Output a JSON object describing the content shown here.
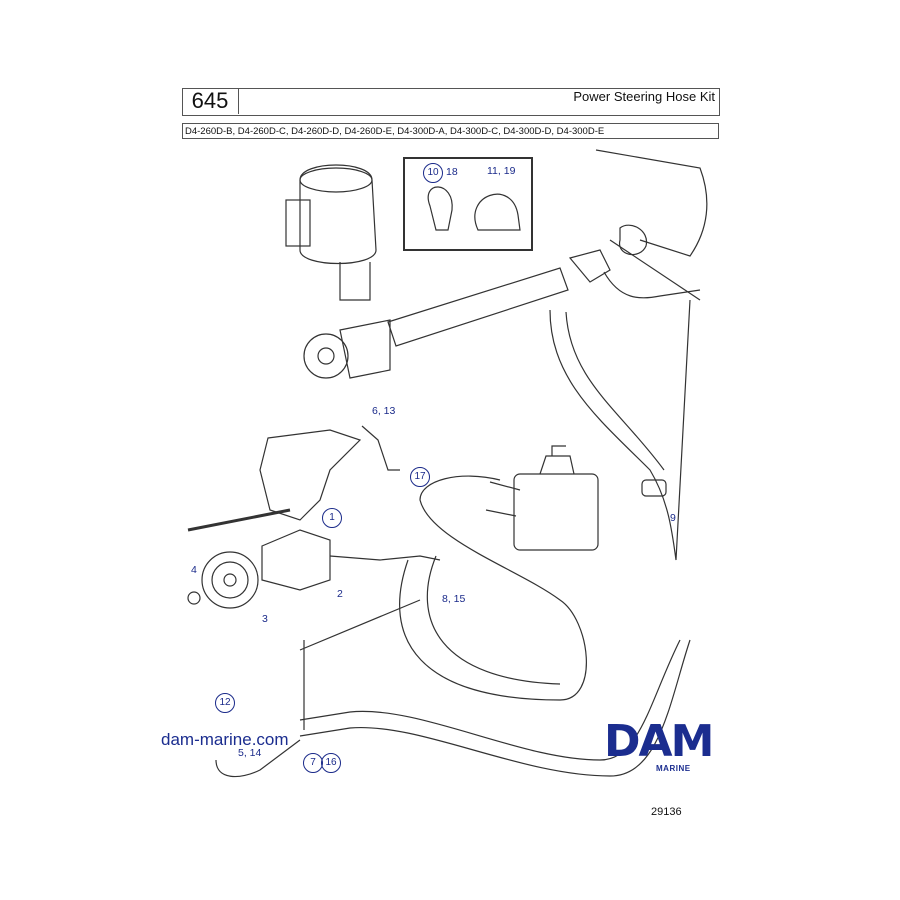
{
  "header": {
    "page_number": "645",
    "title": "Power Steering Hose Kit",
    "models": "D4-260D-B, D4-260D-C, D4-260D-D, D4-260D-E, D4-300D-A, D4-300D-C, D4-300D-D, D4-300D-E"
  },
  "callouts": {
    "c10": "10",
    "c18": "18",
    "c11_19": "11,  19",
    "c6_13": "6,  13",
    "c17": "17",
    "c1": "1",
    "c9": "9",
    "c4": "4",
    "c2": "2",
    "c3": "3",
    "c8_15": "8,  15",
    "c12": "12",
    "c5_14": "5,  14",
    "c7": "7",
    "c16": "16"
  },
  "footer": {
    "website": "dam-marine.com",
    "brand": "DAM",
    "brand_sub": "MARINE",
    "reference": "29136"
  },
  "colors": {
    "callout": "#1a2a8a",
    "brand": "#1b2d8f",
    "line": "#333333"
  }
}
